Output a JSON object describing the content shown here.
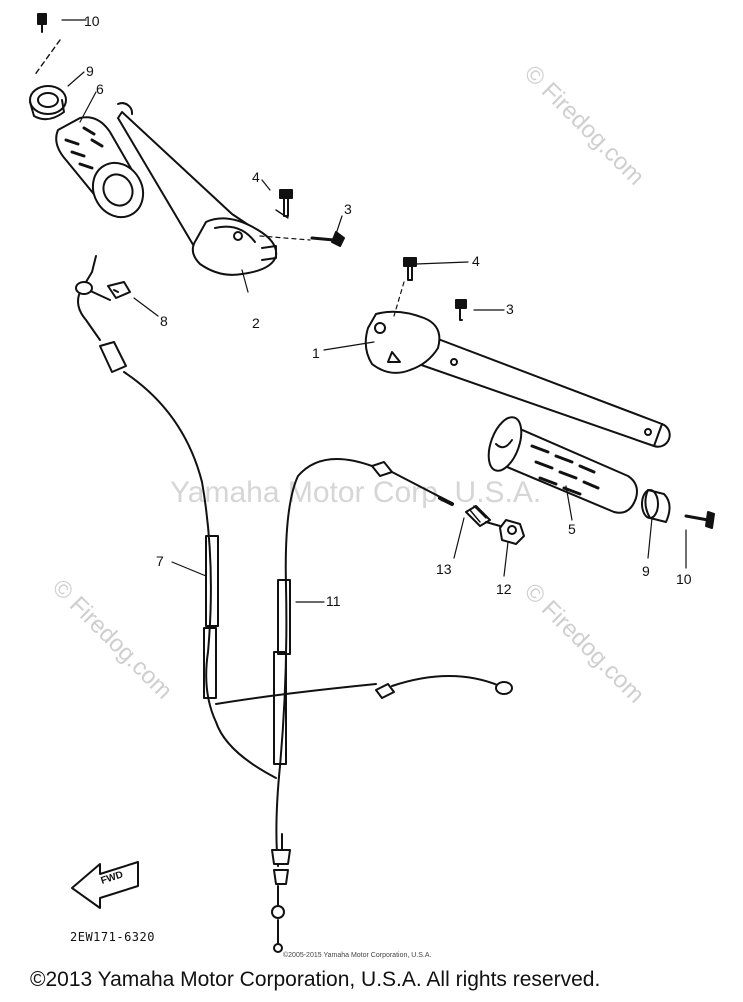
{
  "watermarks": {
    "center": "Yamaha Motor Corp. U.S.A.",
    "firedog": "© Firedog.com"
  },
  "callouts": [
    {
      "id": "part-1",
      "label": "1"
    },
    {
      "id": "part-2",
      "label": "2"
    },
    {
      "id": "part-3a",
      "label": "3"
    },
    {
      "id": "part-3b",
      "label": "3"
    },
    {
      "id": "part-4a",
      "label": "4"
    },
    {
      "id": "part-4b",
      "label": "4"
    },
    {
      "id": "part-5",
      "label": "5"
    },
    {
      "id": "part-6",
      "label": "6"
    },
    {
      "id": "part-7",
      "label": "7"
    },
    {
      "id": "part-8",
      "label": "8"
    },
    {
      "id": "part-9a",
      "label": "9"
    },
    {
      "id": "part-9b",
      "label": "9"
    },
    {
      "id": "part-10a",
      "label": "10"
    },
    {
      "id": "part-10b",
      "label": "10"
    },
    {
      "id": "part-11",
      "label": "11"
    },
    {
      "id": "part-12",
      "label": "12"
    },
    {
      "id": "part-13",
      "label": "13"
    }
  ],
  "fwd_arrow": "FWD",
  "drawing_code": "2EW171-6320",
  "fine_print": "©2005-2015 Yamaha Motor Corporation, U.S.A.",
  "copyright": "©2013 Yamaha Motor Corporation, U.S.A. All rights reserved."
}
